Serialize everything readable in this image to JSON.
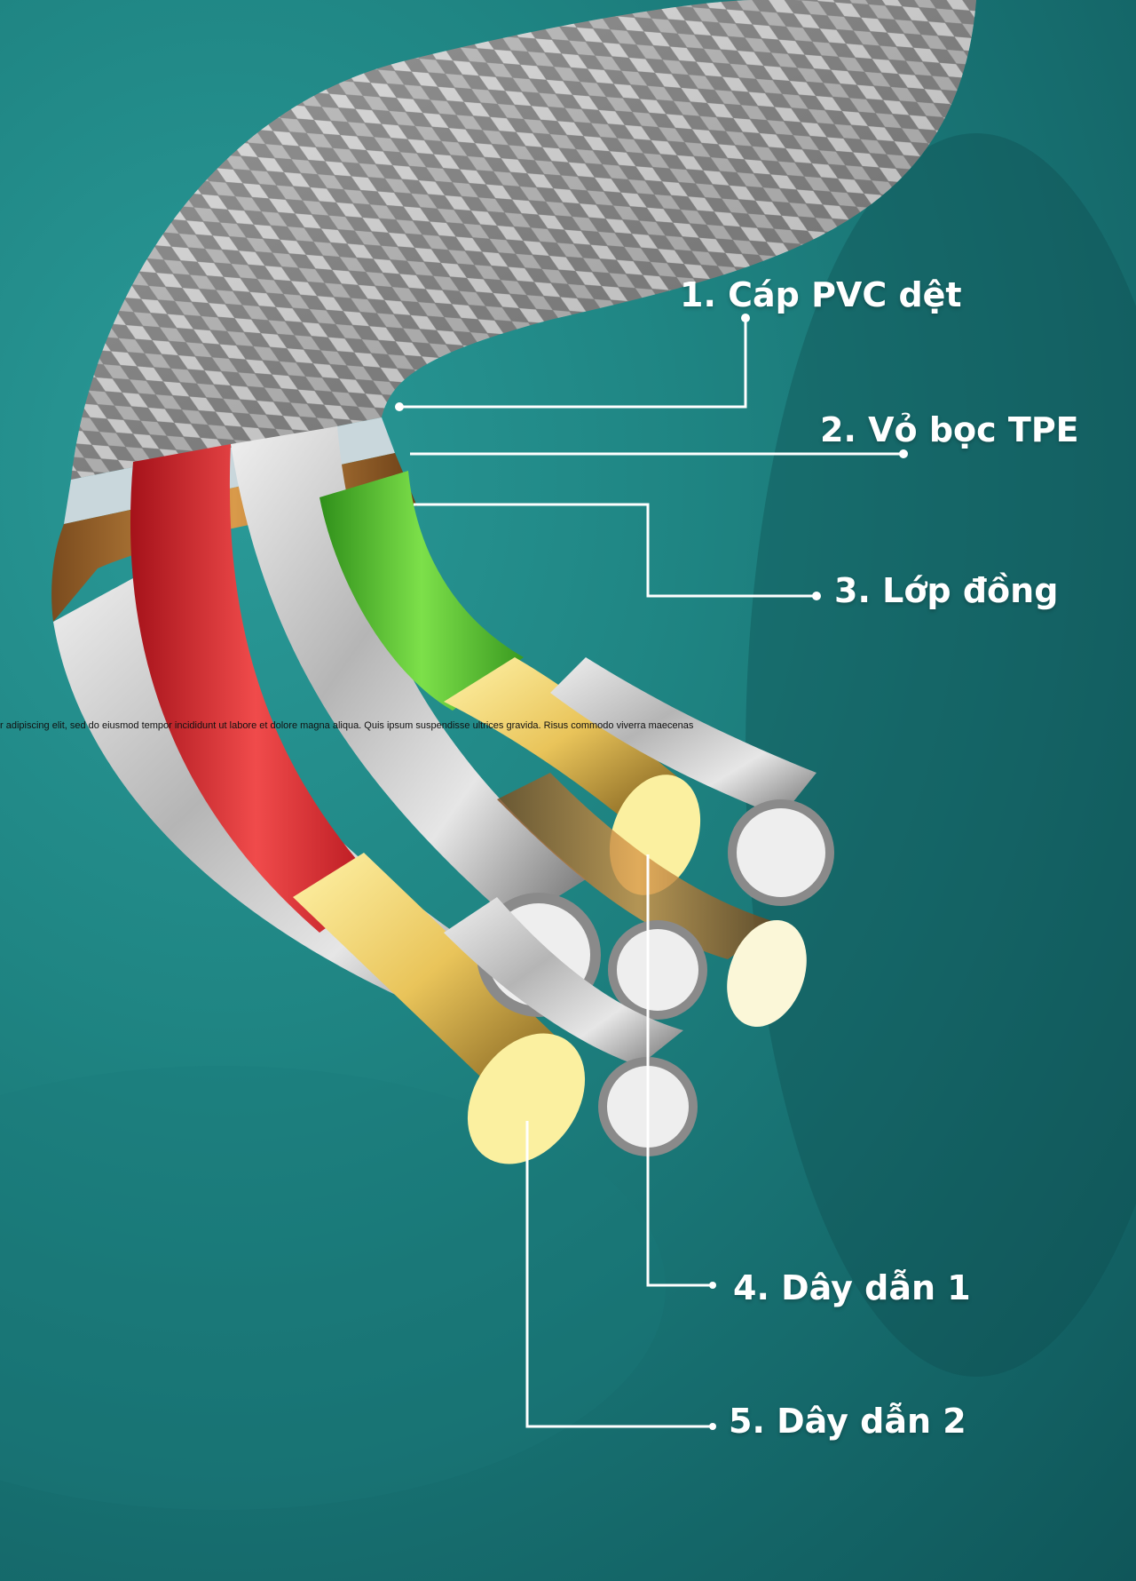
{
  "labels": {
    "l1": "1. Cáp PVC dệt",
    "l2": "2. Vỏ bọc TPE",
    "l3": "3. Lớp đồng",
    "l4": "4. Dây dẫn 1",
    "l5": "5. Dây dẫn 2"
  },
  "overlay_text": "r adipiscing elit, sed do eiusmod tempor incididunt ut labore et dolore magna aliqua. Quis ipsum suspendisse ultrices gravida. Risus commodo viverra maecenas"
}
